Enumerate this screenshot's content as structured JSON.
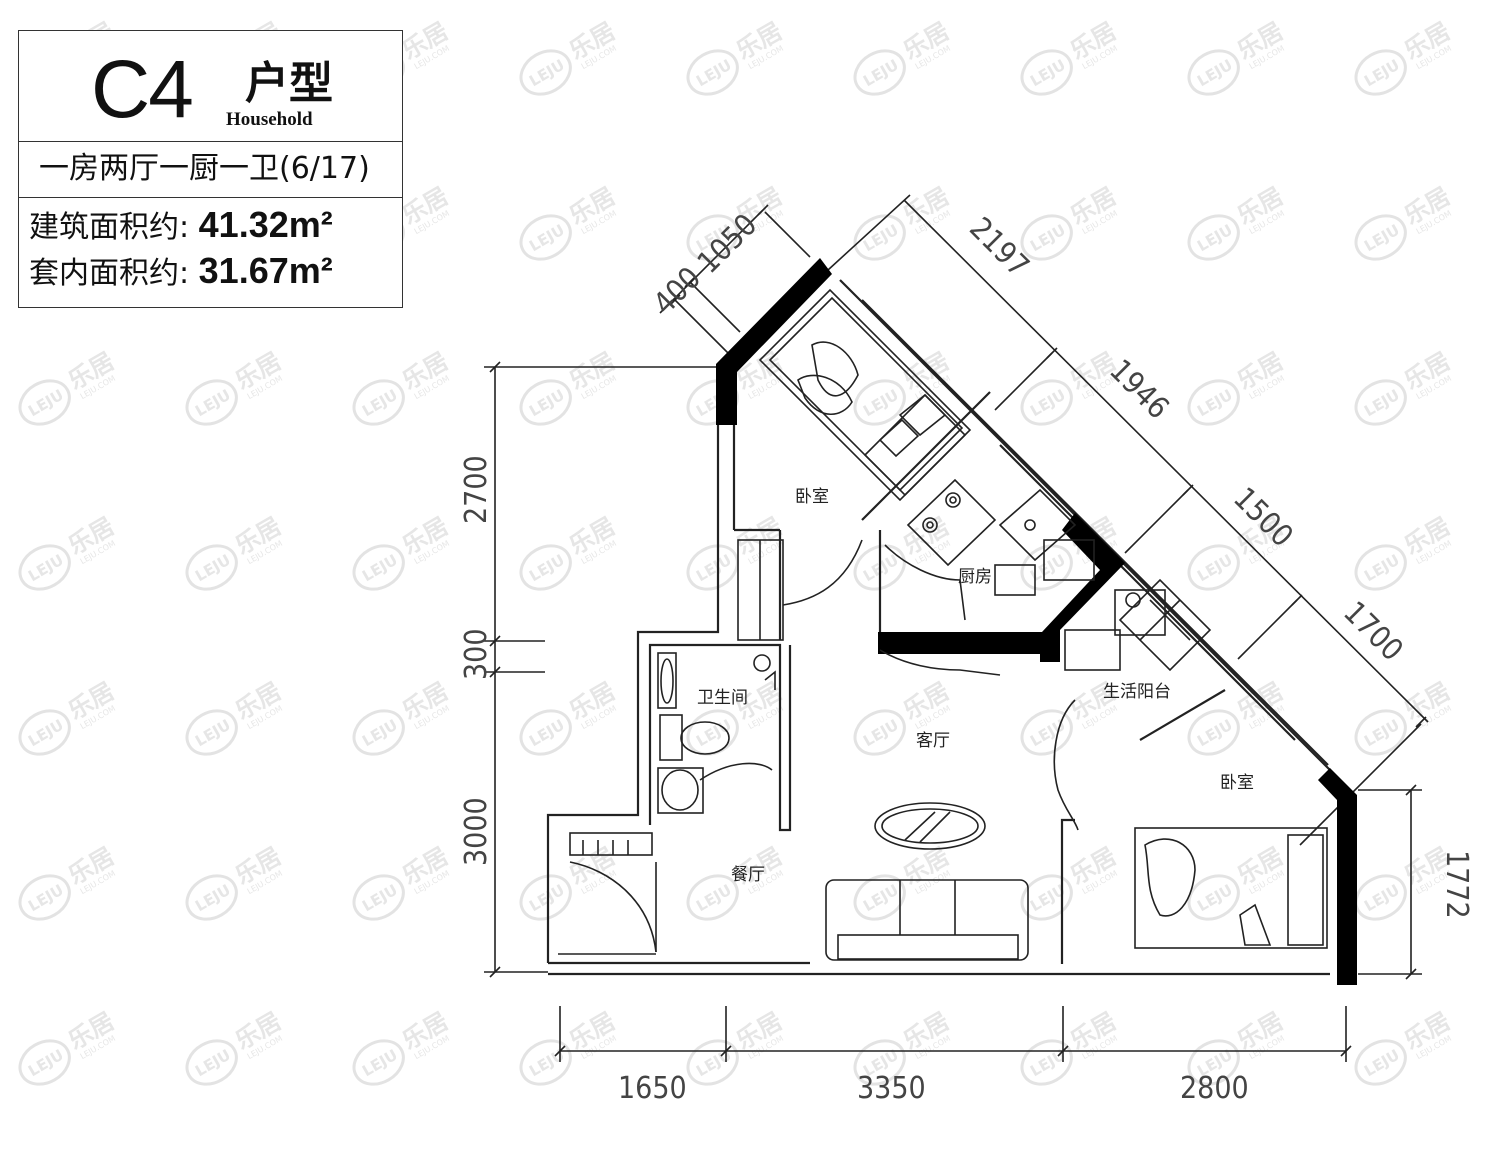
{
  "unit": {
    "code": "C4",
    "type_label": "户型",
    "type_label_en": "Household",
    "layout": "一房两厅一厨一卫(6/17)",
    "gross_area_label": "建筑面积约:",
    "gross_area_value": "41.32m²",
    "net_area_label": "套内面积约:",
    "net_area_value": "31.67m²"
  },
  "rooms": {
    "bedroom_1": "卧室",
    "kitchen": "厨房",
    "bathroom": "卫生间",
    "living_room": "客厅",
    "service_balcony": "生活阳台",
    "bedroom_2": "卧室",
    "dining_room": "餐厅"
  },
  "dimensions": {
    "bottom": [
      "1650",
      "3350",
      "2800"
    ],
    "left": [
      "2700",
      "300",
      "3000"
    ],
    "right": [
      "1772"
    ],
    "diagonal_outer": [
      "2197",
      "1946",
      "1500",
      "1700"
    ],
    "diagonal_inner": [
      "400",
      "1050"
    ]
  },
  "watermark": {
    "logo": "LEJU",
    "brand": "乐居",
    "brand_en": "LEJU.COM"
  }
}
